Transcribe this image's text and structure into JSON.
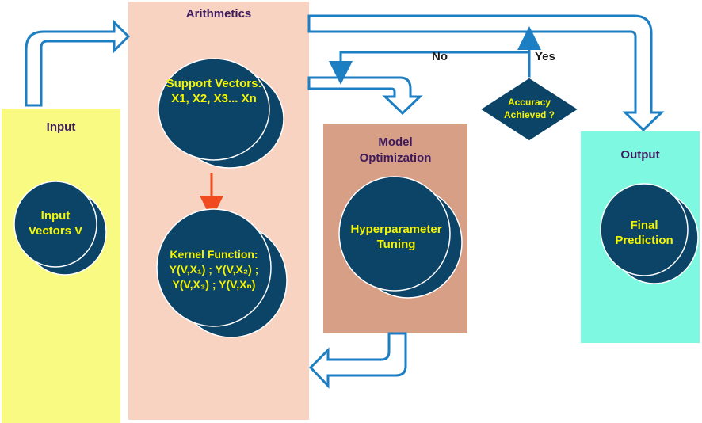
{
  "panels": {
    "input": "Input",
    "arithmetics": "Arithmetics",
    "model": "Model\nOptimization",
    "output": "Output"
  },
  "nodes": {
    "input_vectors": "Input\nVectors V",
    "support_vectors": "Support Vectors:\nX1, X2, X3... Xn",
    "kernel_function": "Kernel Function:\nY(V,X₁) ; Y(V,X₂) ;\nY(V,X₃) ; Y(V,Xₙ)",
    "hyperparameter": "Hyperparameter\nTuning",
    "final_prediction": "Final\nPrediction",
    "decision": "Accuracy\nAchieved ?"
  },
  "branches": {
    "no": "No",
    "yes": "Yes"
  },
  "colors": {
    "node_fill": "#0c4468",
    "node_text": "#f5f500",
    "arrow_stroke": "#1c7fc4",
    "arrow_red": "#f04a1e",
    "title_text": "#3e1a5e"
  }
}
